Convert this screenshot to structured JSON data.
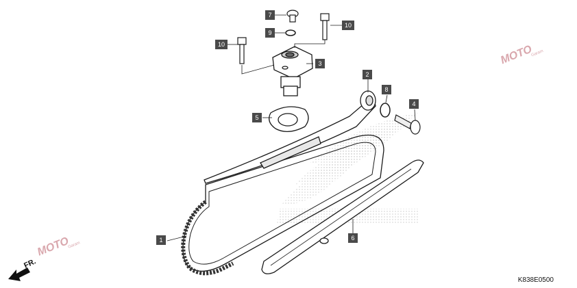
{
  "callouts": [
    {
      "label": "1"
    },
    {
      "label": "2"
    },
    {
      "label": "3"
    },
    {
      "label": "4"
    },
    {
      "label": "5"
    },
    {
      "label": "6"
    },
    {
      "label": "7"
    },
    {
      "label": "8"
    },
    {
      "label": "9"
    },
    {
      "label": "10"
    },
    {
      "label": "10"
    }
  ],
  "diagram_code": "K838E0500",
  "front_label": "FR.",
  "watermark": {
    "text": "MOTO",
    "sub": "Garam"
  },
  "colors": {
    "callout_bg": "#4a4a4a",
    "line": "#1a1a1a",
    "watermark": "#d9a7ad"
  }
}
